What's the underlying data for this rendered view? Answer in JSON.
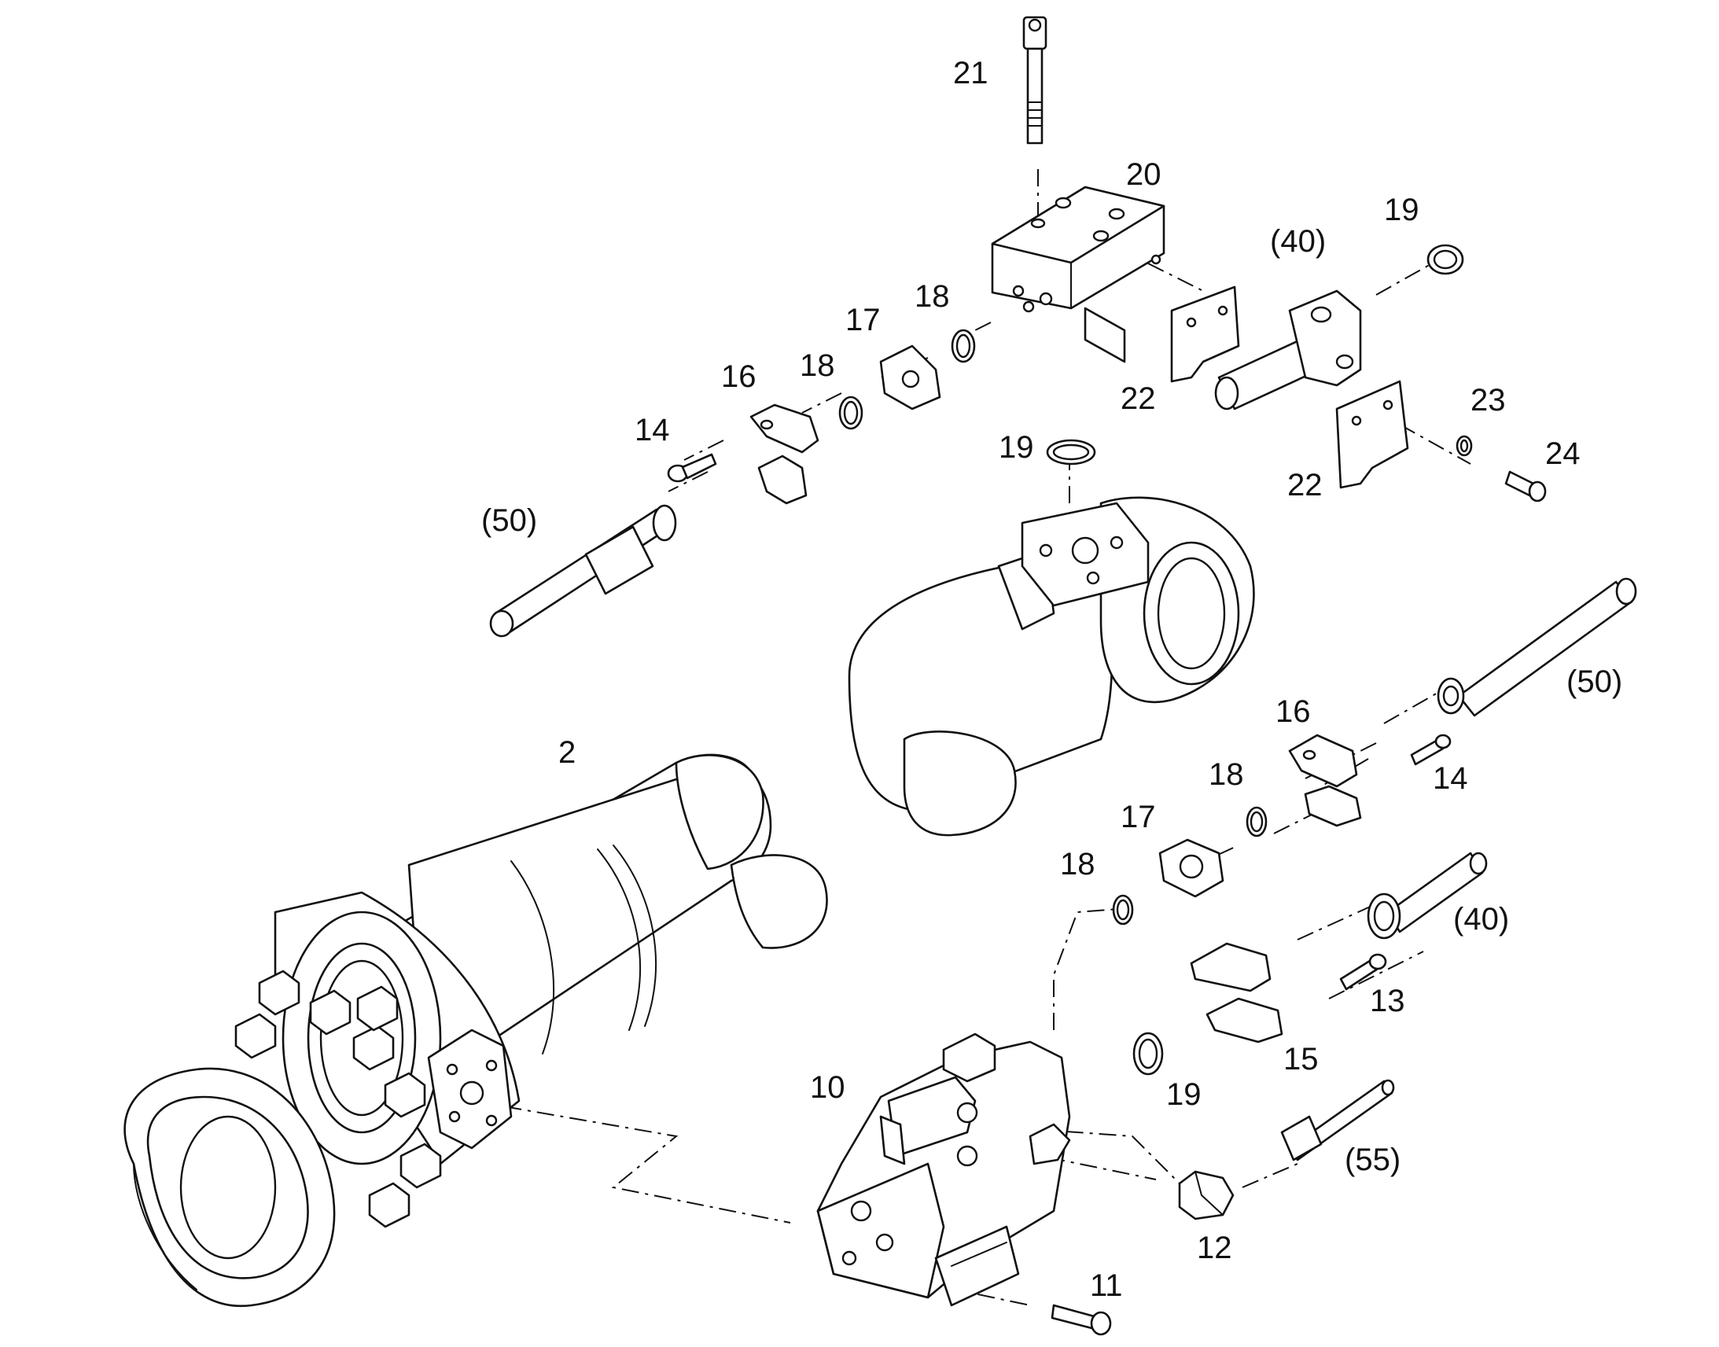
{
  "diagram": {
    "type": "exploded-parts-drawing",
    "labels": [
      {
        "id": "lbl-21",
        "text": "21"
      },
      {
        "id": "lbl-20",
        "text": "20"
      },
      {
        "id": "lbl-40-top",
        "text": "(40)"
      },
      {
        "id": "lbl-19-top-right",
        "text": "19"
      },
      {
        "id": "lbl-18-top-right",
        "text": "18"
      },
      {
        "id": "lbl-17-top",
        "text": "17"
      },
      {
        "id": "lbl-16-top",
        "text": "16"
      },
      {
        "id": "lbl-18-top-left",
        "text": "18"
      },
      {
        "id": "lbl-14-top",
        "text": "14"
      },
      {
        "id": "lbl-22-top",
        "text": "22"
      },
      {
        "id": "lbl-19-mid",
        "text": "19"
      },
      {
        "id": "lbl-23",
        "text": "23"
      },
      {
        "id": "lbl-24",
        "text": "24"
      },
      {
        "id": "lbl-22-bottom",
        "text": "22"
      },
      {
        "id": "lbl-50-left",
        "text": "(50)"
      },
      {
        "id": "lbl-50-right",
        "text": "(50)"
      },
      {
        "id": "lbl-16-bottom",
        "text": "16"
      },
      {
        "id": "lbl-2",
        "text": "2"
      },
      {
        "id": "lbl-18-bottom-right",
        "text": "18"
      },
      {
        "id": "lbl-14-bottom",
        "text": "14"
      },
      {
        "id": "lbl-17-bottom",
        "text": "17"
      },
      {
        "id": "lbl-18-bottom-left",
        "text": "18"
      },
      {
        "id": "lbl-40-bottom",
        "text": "(40)"
      },
      {
        "id": "lbl-13",
        "text": "13"
      },
      {
        "id": "lbl-10",
        "text": "10"
      },
      {
        "id": "lbl-15",
        "text": "15"
      },
      {
        "id": "lbl-19-bottom",
        "text": "19"
      },
      {
        "id": "lbl-55",
        "text": "(55)"
      },
      {
        "id": "lbl-12",
        "text": "12"
      },
      {
        "id": "lbl-11",
        "text": "11"
      }
    ]
  }
}
